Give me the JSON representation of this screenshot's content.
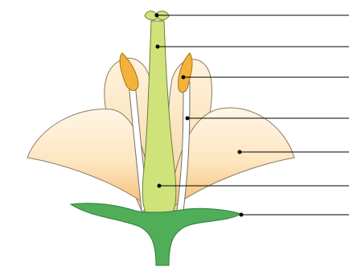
{
  "diagram": {
    "labels": [
      {
        "id": "stigma",
        "text": ""
      },
      {
        "id": "style",
        "text": ""
      },
      {
        "id": "anther",
        "text": ""
      },
      {
        "id": "filament",
        "text": ""
      },
      {
        "id": "petal",
        "text": ""
      },
      {
        "id": "ovary",
        "text": ""
      },
      {
        "id": "sepal",
        "text": ""
      }
    ],
    "colors": {
      "petal_fill": "#fde5bf",
      "petal_shade": "#f6c98a",
      "petal_outline": "#8a7a66",
      "pistil_fill": "#cfe37a",
      "pistil_outline": "#6f7f3a",
      "anther_fill": "#f3b23b",
      "filament_fill": "#ffffff",
      "sepal_fill": "#4fae57",
      "sepal_outline": "#2f7c3a",
      "leader_line": "#000000"
    }
  }
}
